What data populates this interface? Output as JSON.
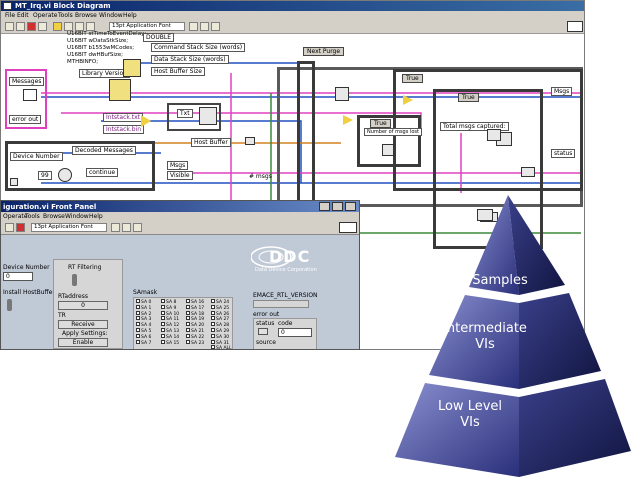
{
  "block_diagram": {
    "title": "MT_Irq.vi Block Diagram",
    "menu": [
      "File",
      "Edit",
      "Operate",
      "Tools",
      "Browse",
      "Window",
      "Help"
    ],
    "font_select": "13pt Application Font",
    "code_lines": [
      "U16BIT stTimeToEventDelay;",
      "U16BIT wDataStkSize;",
      "U16BIT b1553wMCodes;",
      "U16BIT dwHBufSize;",
      "MTHBINFO;"
    ],
    "double_label": "DOUBLE",
    "command_stack_label": "Command Stack Size (words)",
    "data_stack_label": "Data Stack Size (words)",
    "host_buffer_size_label": "Host Buffer Size",
    "library_version_label": "Library Version",
    "messages_label": "Messages",
    "error_out_label": "error out",
    "intstack_txt": "Intstack.txt",
    "intstack_bin": "Intstack.bin",
    "txt_label": "Txt",
    "host_buffer_label": "Host Buffer",
    "device_number_label": "Device Number",
    "decoded_messages_label": "Decoded Messages",
    "continue_label": "continue",
    "msgs_label": "Msgs",
    "visible_label": "Visible",
    "num_msgs_label": "# msgs",
    "next_purge_label": "Next Purge",
    "true_label": "True",
    "num_msgs_lost_label": "Number of msgs lost",
    "total_msgs_label": "Total msgs captured:",
    "msgs_right_label": "Msgs",
    "status_label": "status",
    "const_value": "99"
  },
  "front_panel": {
    "title": "iguration.vi Front Panel",
    "menu": [
      "Operate",
      "Tools",
      "Browse",
      "Window",
      "Help"
    ],
    "font_select": "13pt Application Font",
    "device_number_label": "Device Number",
    "device_number_value": "0",
    "install_hostbuffer_label": "Install HostBuffer",
    "rt_filtering_label": "RT Filtering",
    "rt_address_label": "RTaddress",
    "rt_address_value": "0",
    "tr_label": "TR",
    "tr_value": "Receive",
    "apply_settings_label": "Apply Settings:",
    "apply_settings_value": "Enable",
    "samask_label": "SAmask",
    "samask_items": [
      [
        "SA 0",
        "SA 8",
        "SA 16",
        "SA 24"
      ],
      [
        "SA 1",
        "SA 9",
        "SA 17",
        "SA 25"
      ],
      [
        "SA 2",
        "SA 10",
        "SA 18",
        "SA 26"
      ],
      [
        "SA 3",
        "SA 11",
        "SA 19",
        "SA 27"
      ],
      [
        "SA 4",
        "SA 12",
        "SA 20",
        "SA 28"
      ],
      [
        "SA 5",
        "SA 13",
        "SA 21",
        "SA 29"
      ],
      [
        "SA 6",
        "SA 14",
        "SA 22",
        "SA 30"
      ],
      [
        "SA 7",
        "SA 15",
        "SA 23",
        "SA 31"
      ],
      [
        "",
        "",
        "",
        "SA ALL"
      ]
    ],
    "logo_text": "DDC",
    "logo_subtext": "Data Device Corporation",
    "version_label": "EMACE_RTL_VERSION",
    "error_out_label": "error out",
    "status_label": "status",
    "code_label": "code",
    "code_value": "0",
    "source_label": "source"
  },
  "pyramid": {
    "tiers": [
      "Samples",
      "Intermediate",
      "VIs",
      "Low Level",
      "VIs"
    ]
  },
  "colors": {
    "pyramid_top": "#7a82c9",
    "pyramid_dark": "#1a1f5c",
    "wire_pink": "#e040c0",
    "wire_blue": "#2050c0",
    "wire_green": "#3a8a3a",
    "wire_orange": "#d08020"
  }
}
